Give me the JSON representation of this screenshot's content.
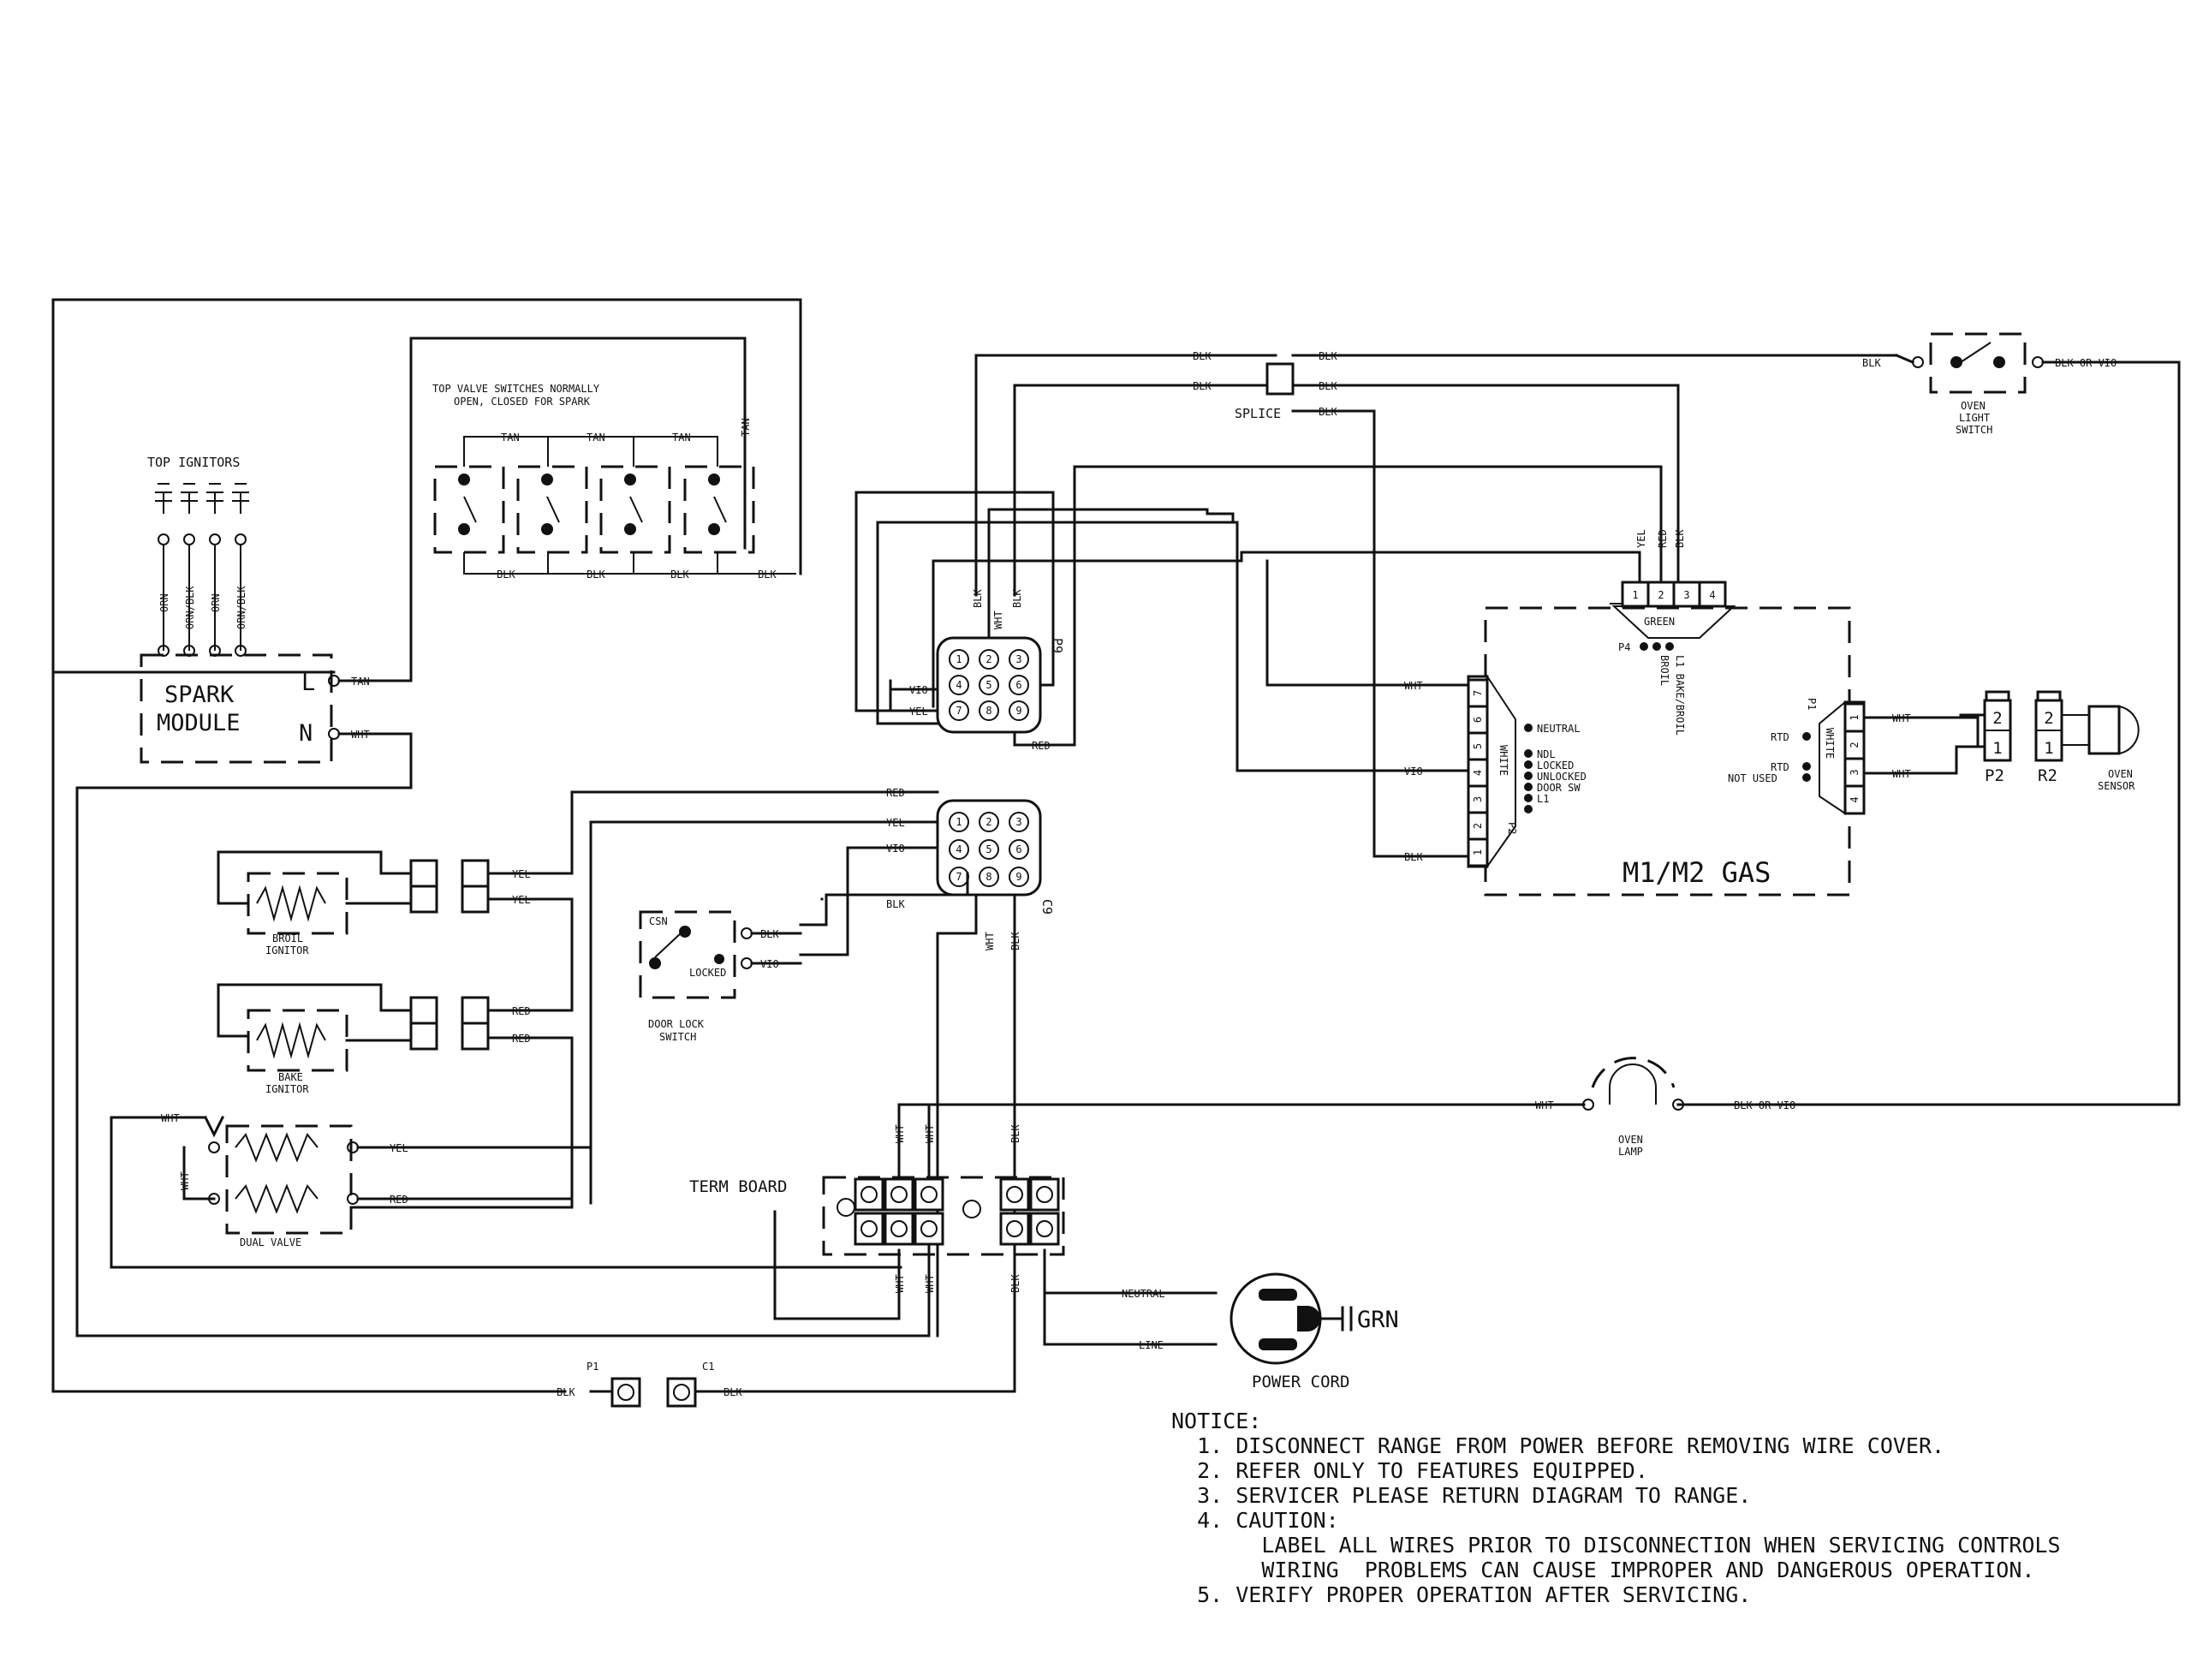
{
  "labels": {
    "top_ignitors": "TOP IGNITORS",
    "top_valve_switches_line1": "TOP VALVE SWITCHES NORMALLY",
    "top_valve_switches_line2": "OPEN, CLOSED FOR SPARK",
    "spark_module_line1": "SPARK",
    "spark_module_line2": "MODULE",
    "terminal_L": "L",
    "terminal_N": "N",
    "splice": "SPLICE",
    "oven_light_switch_line1": "OVEN",
    "oven_light_switch_line2": "LIGHT",
    "oven_light_switch_line3": "SWITCH",
    "connector_p9": "P9",
    "connector_c9": "C9",
    "green": "GREEN",
    "p4": "P4",
    "l1_bake_broil": "L1 BAKE/BROIL",
    "broil": "BROIL",
    "control_name": "M1/M2 GAS",
    "white": "WHITE",
    "p2_conn": "P2",
    "p1_conn": "P1",
    "neutral_pin": "NEUTRAL",
    "ndl": "NDL",
    "locked": "LOCKED",
    "unlocked": "UNLOCKED",
    "door_sw": "DOOR SW",
    "l1": "L1",
    "rtd1": "RTD",
    "rtd2": "RTD",
    "not_used": "NOT USED",
    "p2": "P2",
    "r2": "R2",
    "oven_sensor_line1": "OVEN",
    "oven_sensor_line2": "SENSOR",
    "broil_ignitor_line1": "BROIL",
    "broil_ignitor_line2": "IGNITOR",
    "bake_ignitor_line1": "BAKE",
    "bake_ignitor_line2": "IGNITOR",
    "dual_valve": "DUAL VALVE",
    "door_lock_switch_line1": "DOOR LOCK",
    "door_lock_switch_line2": "SWITCH",
    "csn": "CSN",
    "locked_sw": "LOCKED",
    "oven_lamp_line1": "OVEN",
    "oven_lamp_line2": "LAMP",
    "term_board": "TERM BOARD",
    "power_cord": "POWER CORD",
    "grn": "GRN",
    "neutral": "NEUTRAL",
    "line": "LINE",
    "p1": "P1",
    "c1": "C1"
  },
  "wires": {
    "blk": "BLK",
    "wht": "WHT",
    "red": "RED",
    "yel": "YEL",
    "vio": "VIO",
    "tan": "TAN",
    "orn": "ORN",
    "orn_blk": "ORN/BLK",
    "blk_or_vio": "BLK OR VIO"
  },
  "pins": {
    "p9": [
      "1",
      "2",
      "3",
      "4",
      "5",
      "6",
      "7",
      "8",
      "9"
    ],
    "green": [
      "1",
      "2",
      "3",
      "4"
    ],
    "white": [
      "1",
      "2",
      "3",
      "4",
      "5",
      "6",
      "7"
    ],
    "rtd": [
      "1",
      "2",
      "3",
      "4"
    ],
    "p2": [
      "2",
      "1"
    ],
    "r2": [
      "2",
      "1"
    ]
  },
  "notice": {
    "title": "NOTICE:",
    "items": [
      "  1. DISCONNECT RANGE FROM POWER BEFORE REMOVING WIRE COVER.",
      "  2. REFER ONLY TO FEATURES EQUIPPED.",
      "  3. SERVICER PLEASE RETURN DIAGRAM TO RANGE.",
      "  4. CAUTION:",
      "       LABEL ALL WIRES PRIOR TO DISCONNECTION WHEN SERVICING CONTROLS",
      "       WIRING  PROBLEMS CAN CAUSE IMPROPER AND DANGEROUS OPERATION.",
      "  5. VERIFY PROPER OPERATION AFTER SERVICING."
    ]
  }
}
